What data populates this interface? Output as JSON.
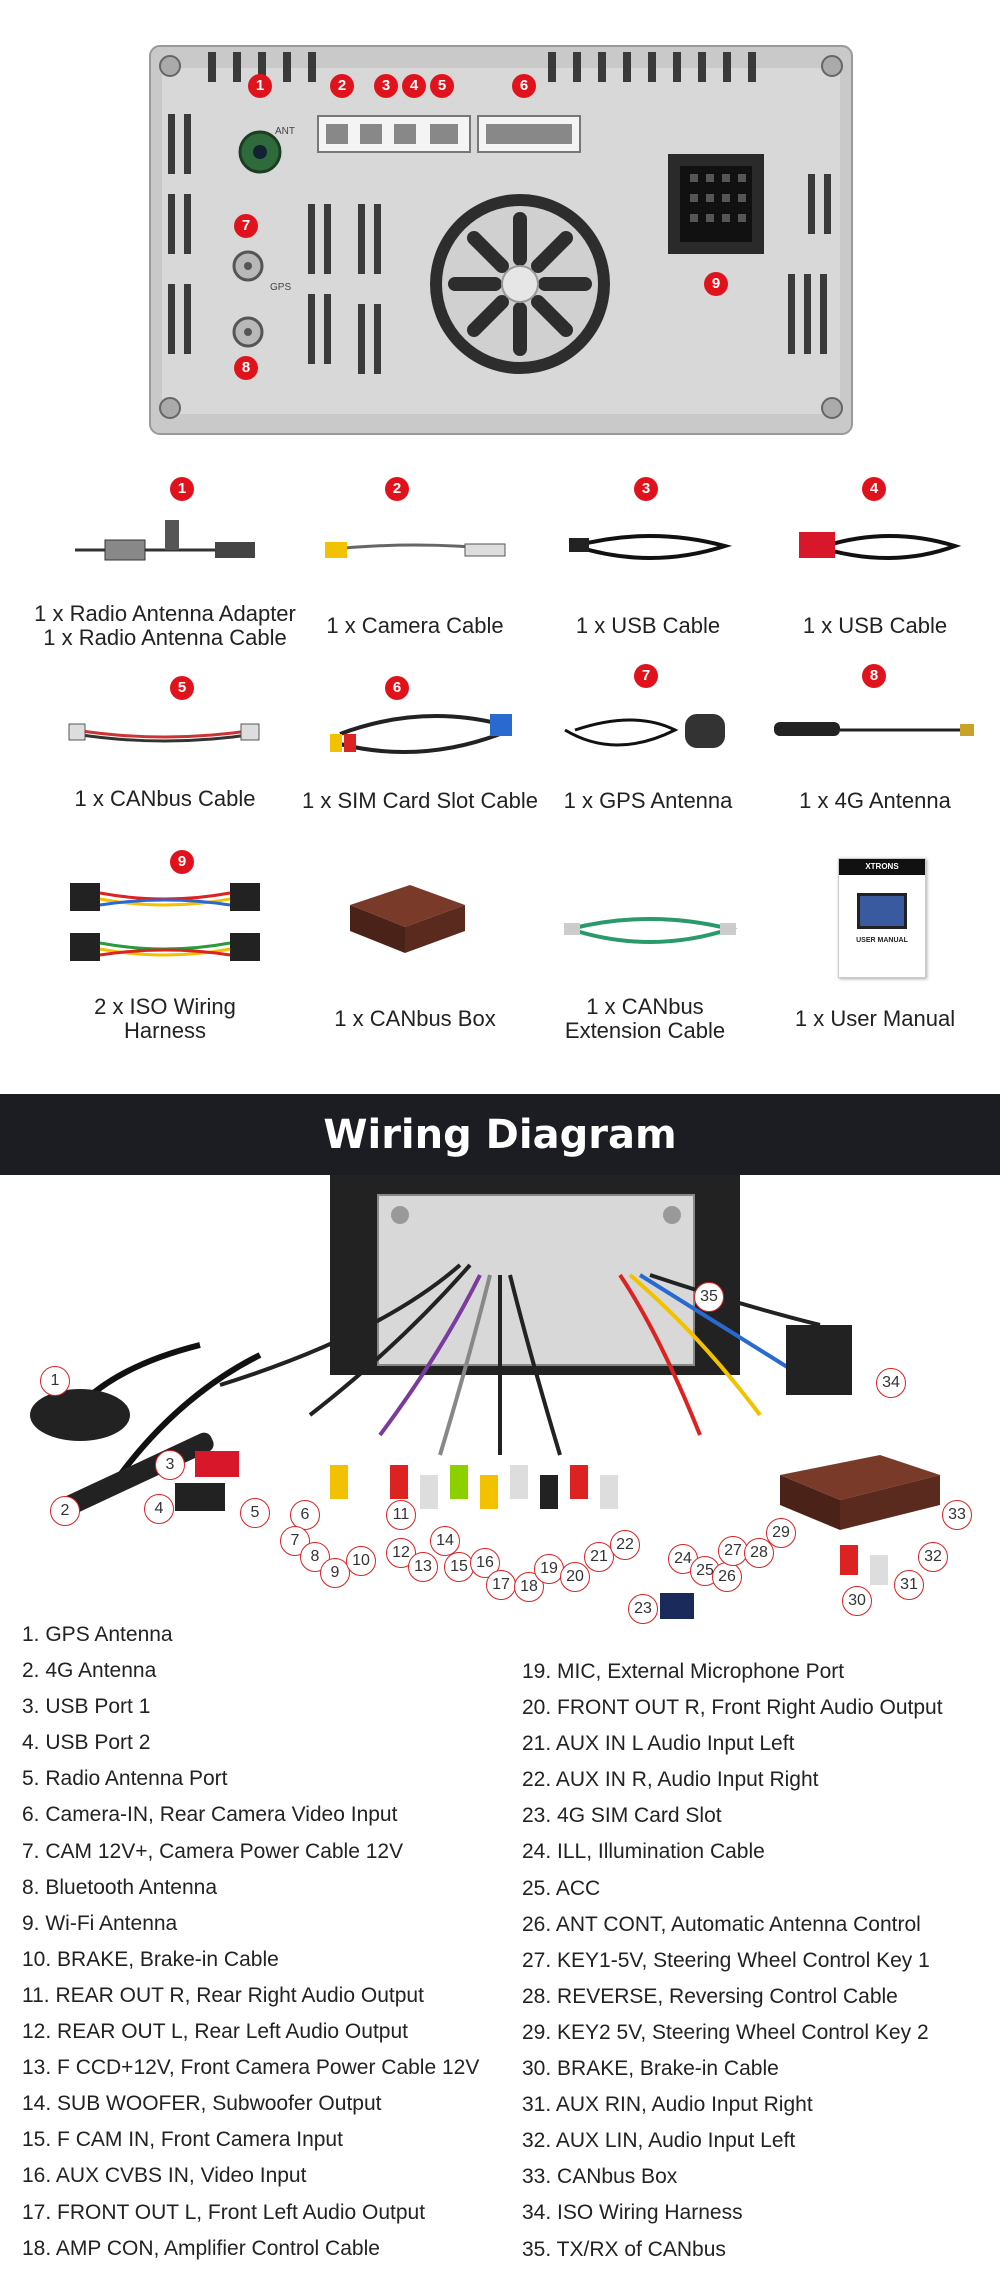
{
  "rear_panel": {
    "badges": [
      "1",
      "2",
      "3",
      "4",
      "5",
      "6",
      "7",
      "8",
      "9"
    ],
    "antenna_label": "ANT",
    "gps_label": "GPS"
  },
  "accessories": [
    {
      "num": "1",
      "caption_line1": "1 x Radio Antenna Adapter",
      "caption_line2": "1 x Radio Antenna Cable"
    },
    {
      "num": "2",
      "caption_line1": "1 x Camera Cable",
      "caption_line2": ""
    },
    {
      "num": "3",
      "caption_line1": "1 x USB Cable",
      "caption_line2": ""
    },
    {
      "num": "4",
      "caption_line1": "1 x USB Cable",
      "caption_line2": ""
    },
    {
      "num": "5",
      "caption_line1": "1 x CANbus Cable",
      "caption_line2": ""
    },
    {
      "num": "6",
      "caption_line1": "1 x SIM Card Slot Cable",
      "caption_line2": ""
    },
    {
      "num": "7",
      "caption_line1": "1 x GPS Antenna",
      "caption_line2": ""
    },
    {
      "num": "8",
      "caption_line1": "1 x 4G Antenna",
      "caption_line2": ""
    },
    {
      "num": "9",
      "caption_line1": "2 x ISO Wiring",
      "caption_line2": "Harness"
    },
    {
      "num": "",
      "caption_line1": "1 x CANbus Box",
      "caption_line2": ""
    },
    {
      "num": "",
      "caption_line1": "1 x CANbus",
      "caption_line2": "Extension Cable"
    },
    {
      "num": "",
      "caption_line1": "1 x User Manual",
      "caption_line2": ""
    }
  ],
  "manual": {
    "brand": "XTRONS",
    "title": "USER MANUAL"
  },
  "section_title": "Wiring Diagram",
  "diagram_labels": [
    "1",
    "2",
    "3",
    "4",
    "5",
    "6",
    "7",
    "8",
    "9",
    "10",
    "11",
    "12",
    "13",
    "14",
    "15",
    "16",
    "17",
    "18",
    "19",
    "20",
    "21",
    "22",
    "23",
    "24",
    "25",
    "26",
    "27",
    "28",
    "29",
    "30",
    "31",
    "32",
    "33",
    "34",
    "35"
  ],
  "legend_left": [
    "1. GPS Antenna",
    "2. 4G Antenna",
    "3. USB Port 1",
    "4. USB Port 2",
    "5. Radio Antenna Port",
    "6. Camera-IN, Rear Camera Video Input",
    "7. CAM 12V+, Camera Power Cable 12V",
    "8. Bluetooth Antenna",
    "9. Wi-Fi Antenna",
    "10. BRAKE, Brake-in Cable",
    "11. REAR OUT R, Rear Right Audio Output",
    "12. REAR OUT L, Rear Left Audio Output",
    "13. F CCD+12V, Front Camera Power Cable 12V",
    "14. SUB WOOFER, Subwoofer Output",
    "15. F CAM IN, Front Camera Input",
    "16. AUX CVBS IN, Video Input",
    "17. FRONT OUT L, Front Left Audio Output",
    "18. AMP CON, Amplifier Control Cable"
  ],
  "legend_right": [
    "19. MIC, External Microphone Port",
    "20. FRONT OUT R, Front Right Audio Output",
    "21. AUX IN L Audio Input Left",
    "22. AUX IN R, Audio Input Right",
    "23. 4G SIM Card Slot",
    "24. ILL, Illumination Cable",
    "25. ACC",
    "26. ANT CONT, Automatic Antenna Control",
    "27. KEY1-5V, Steering Wheel Control Key 1",
    "28. REVERSE, Reversing Control Cable",
    "29. KEY2 5V, Steering Wheel Control Key 2",
    "30. BRAKE, Brake-in Cable",
    "31. AUX RIN, Audio Input Right",
    "32. AUX LIN, Audio Input Left",
    "33. CANbus Box",
    "34. ISO Wiring Harness",
    "35. TX/RX of CANbus"
  ]
}
